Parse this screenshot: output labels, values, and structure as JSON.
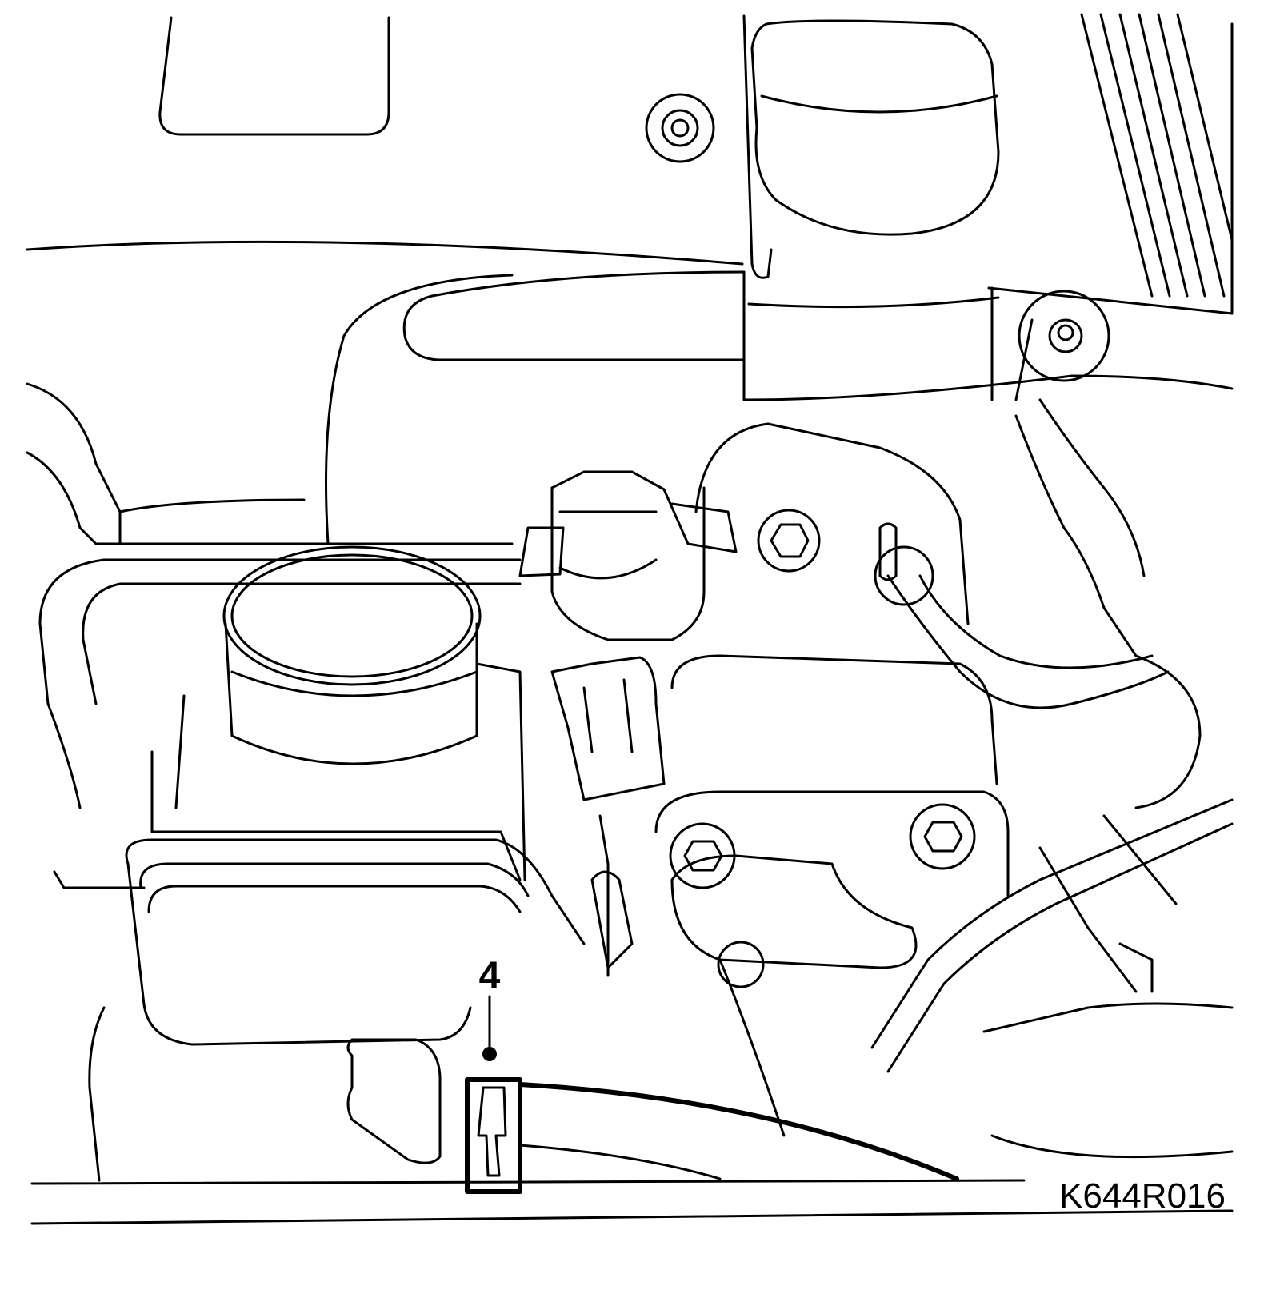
{
  "callouts": [
    {
      "id": "4",
      "label": "4"
    }
  ],
  "figure_code": "K644R016",
  "colors": {
    "line": "#000000",
    "background": "#ffffff"
  }
}
